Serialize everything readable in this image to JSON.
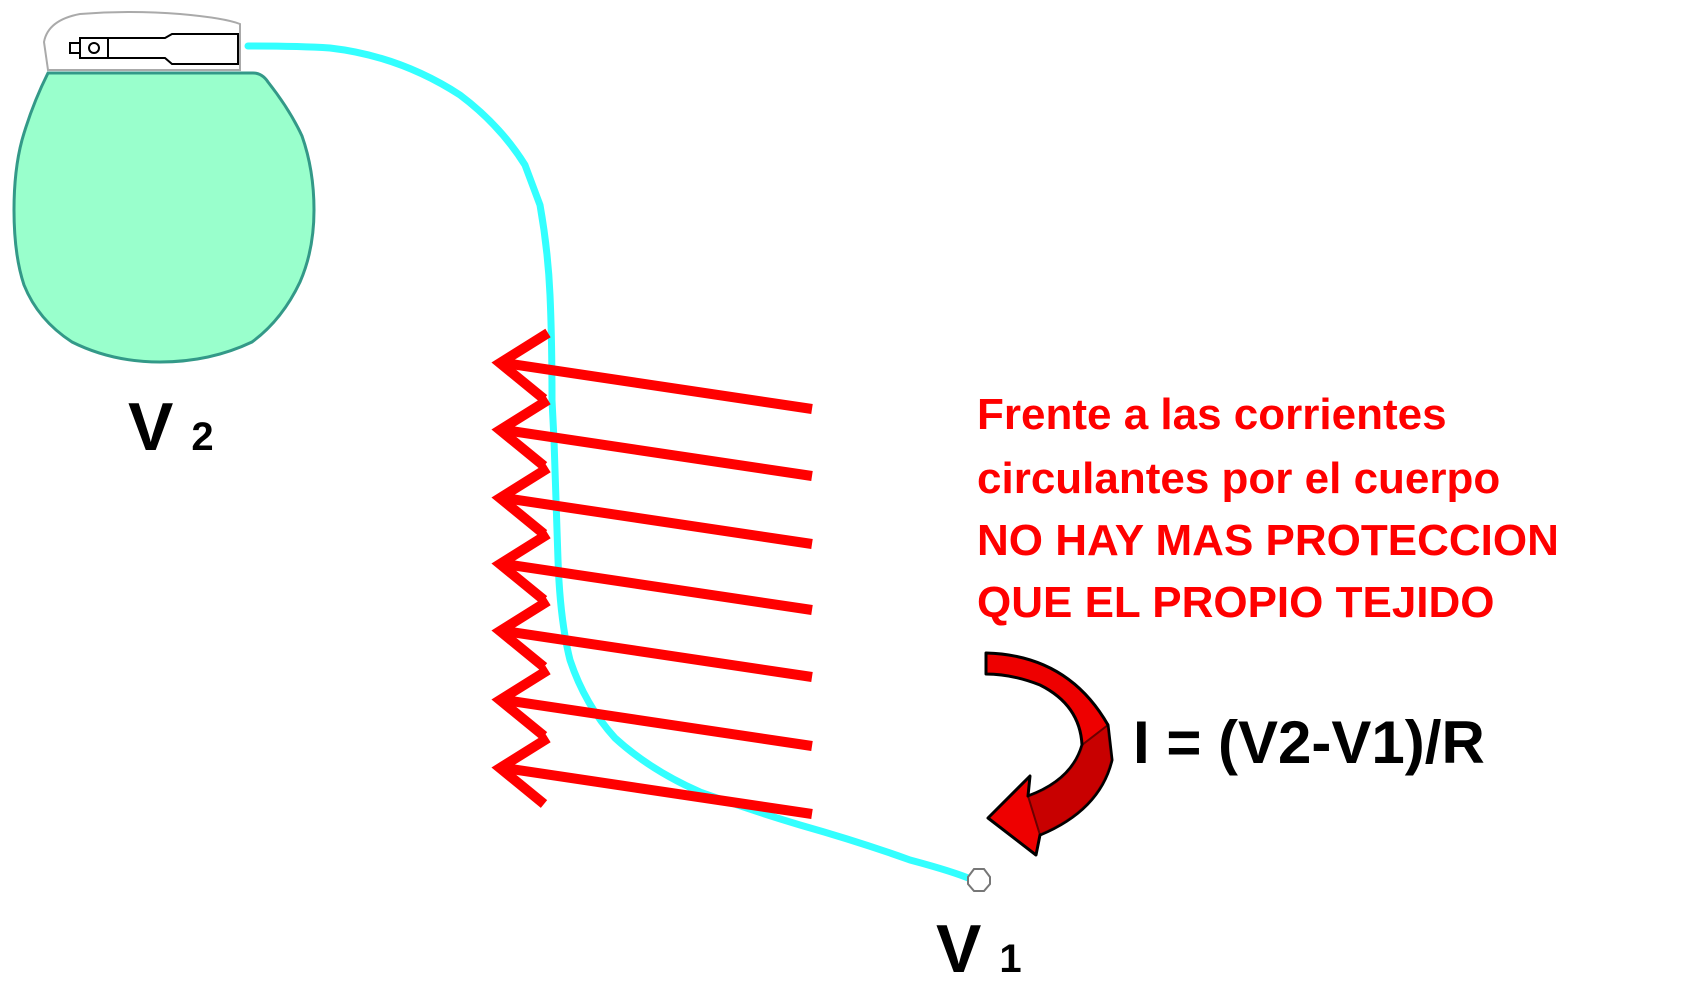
{
  "labels": {
    "v2_main": "V",
    "v2_sub": "2",
    "v1_main": "V",
    "v1_sub": "1"
  },
  "description_lines": [
    "Frente a las corrientes",
    "circulantes por el cuerpo",
    "NO HAY MAS PROTECCION",
    "QUE EL PROPIO TEJIDO"
  ],
  "formula": "I = (V2-V1)/R",
  "colors": {
    "current_arrows": "#ff0000",
    "lead_wire": "#33ffff",
    "device_body": "#99ffcc",
    "device_outline": "#339988",
    "curved_arrow": "#ee0000",
    "text_red": "#ff0000",
    "text_black": "#000000"
  },
  "icons": {
    "device": "pacemaker-generator-icon",
    "lead_tip": "electrode-tip-icon",
    "current": "current-arrow-icon",
    "flow": "curved-arrow-icon"
  }
}
